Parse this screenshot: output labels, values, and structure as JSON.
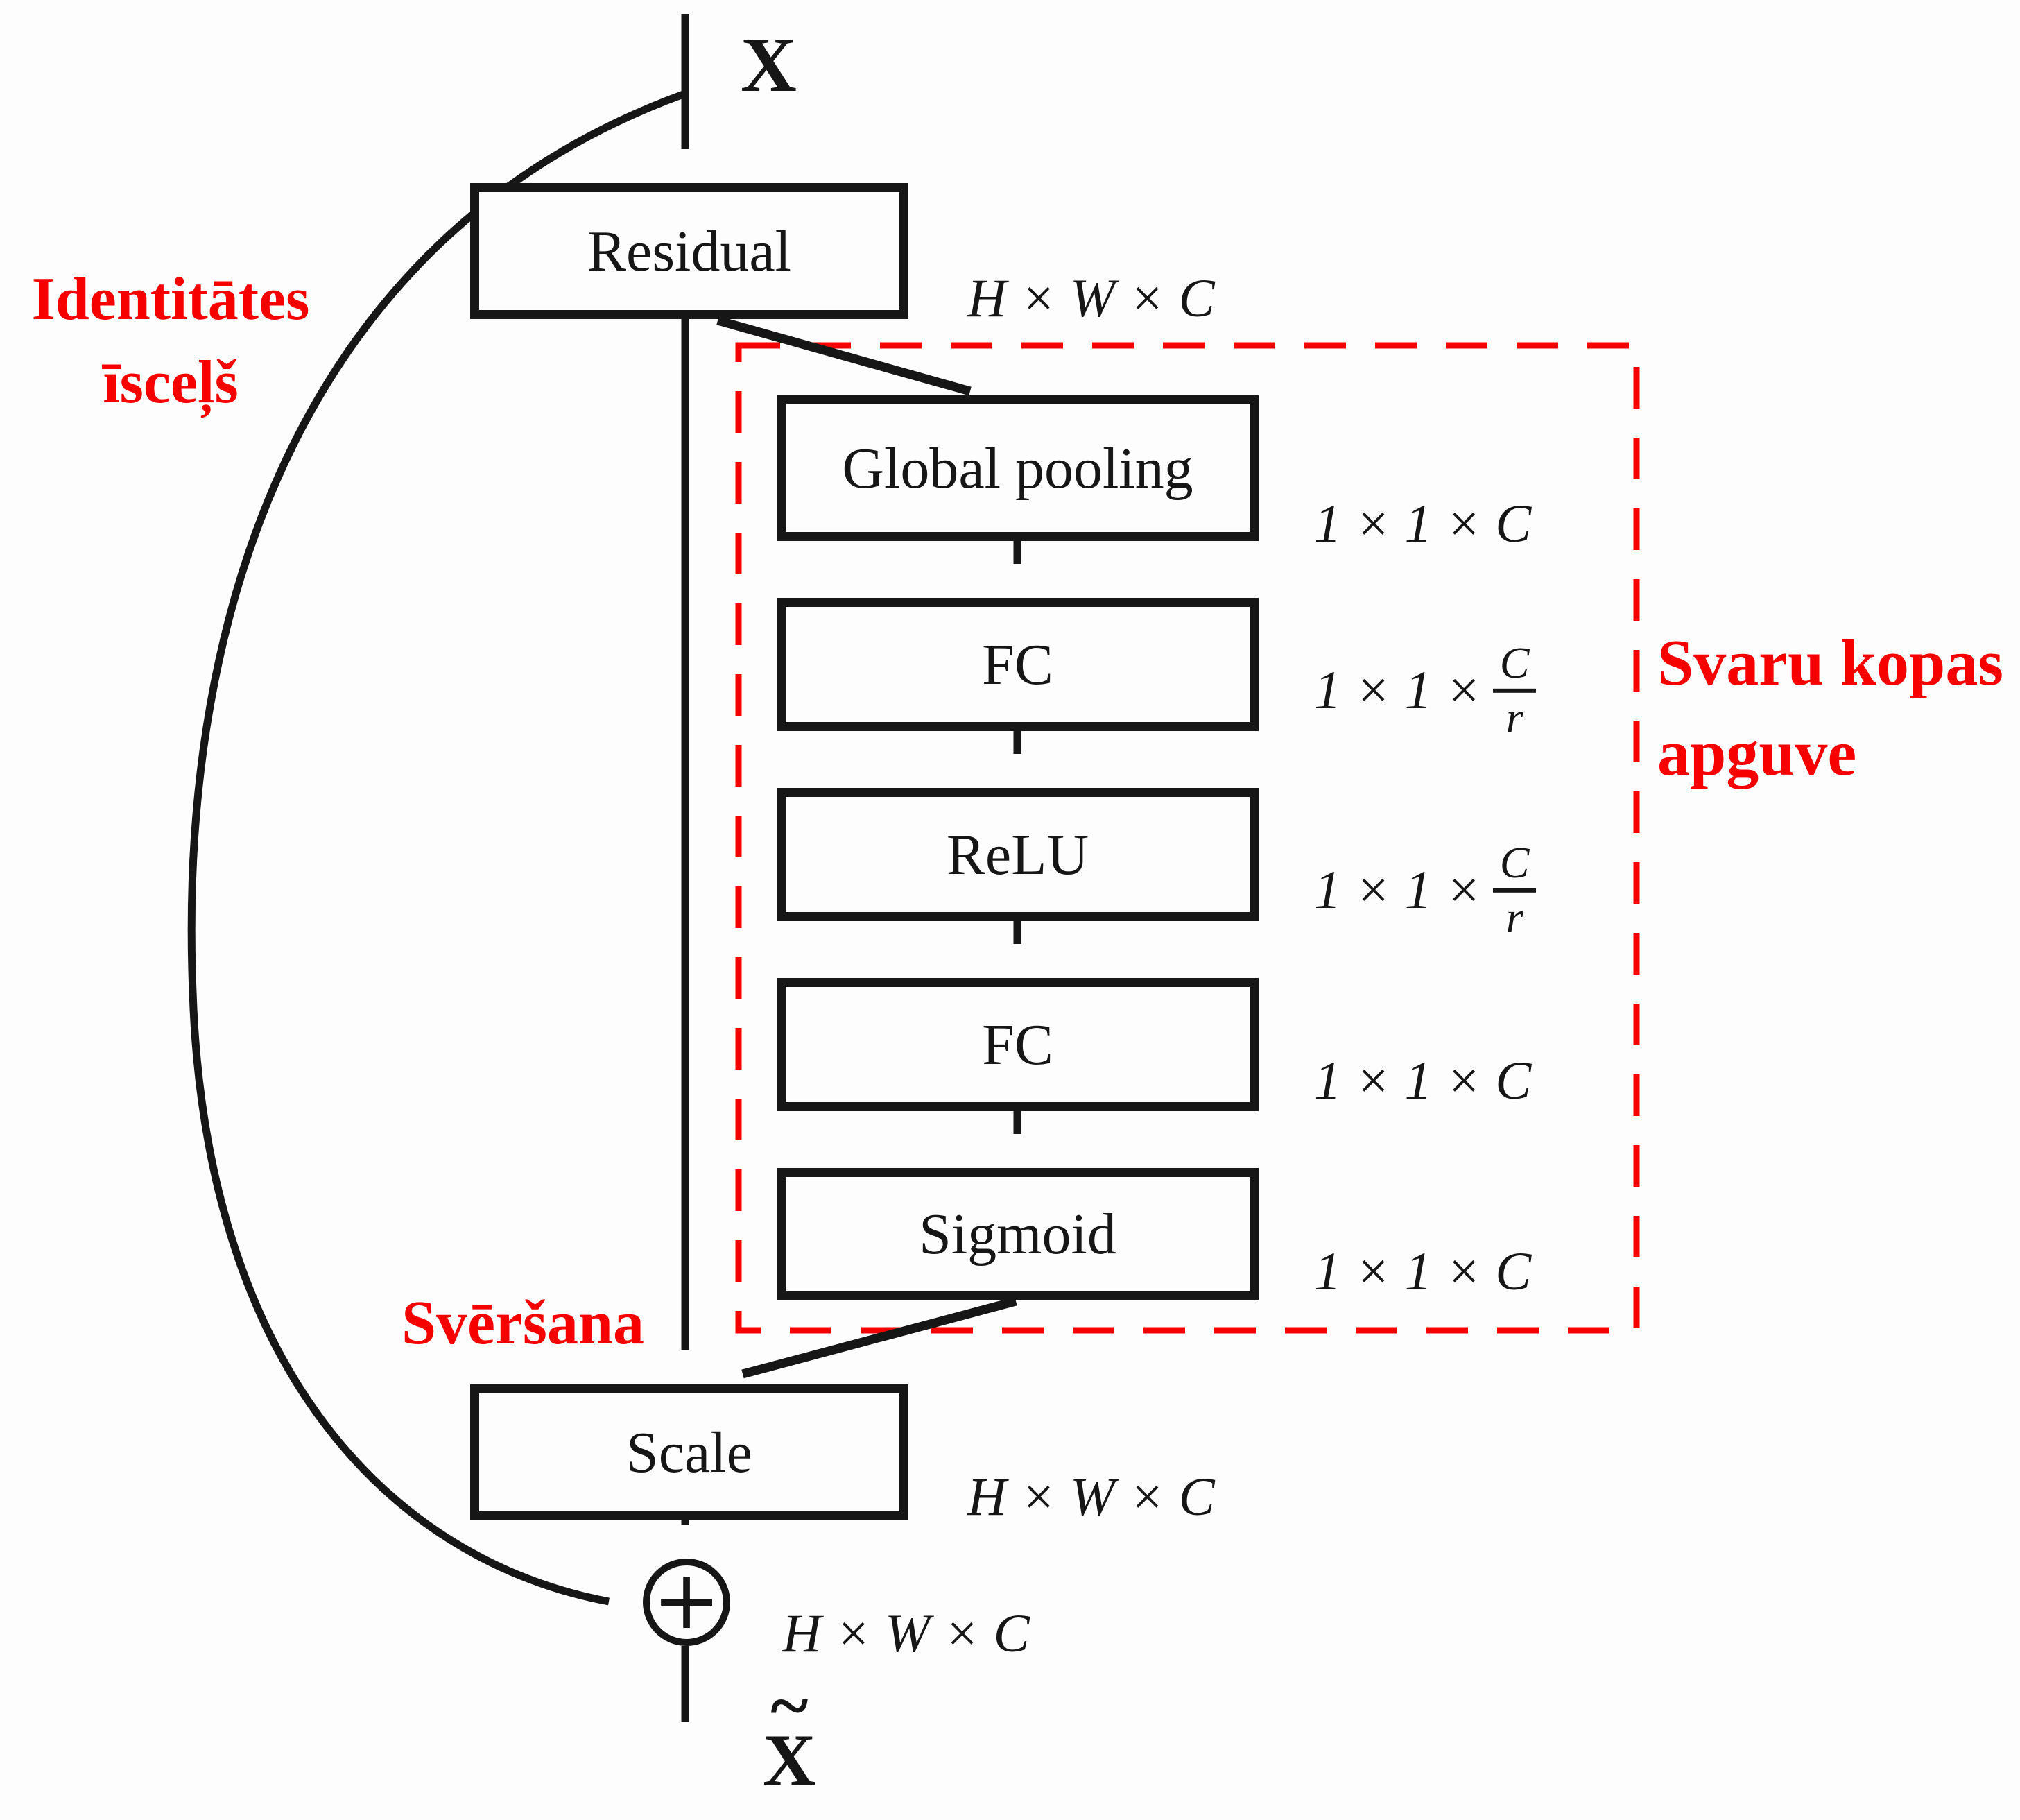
{
  "colors": {
    "ink": "#161616",
    "red": "#f70000",
    "bg": "#fdfdfd",
    "box_fill": "#fdfdfd"
  },
  "io": {
    "input": "X",
    "output_base": "X",
    "output_tilde": "~",
    "sum_operator": "+"
  },
  "blocks": {
    "residual": "Residual",
    "global_pooling": "Global pooling",
    "fc1": "FC",
    "relu": "ReLU",
    "fc2": "FC",
    "sigmoid": "Sigmoid",
    "scale": "Scale"
  },
  "dims": {
    "residual_out": "H × W × C",
    "global_pooling_out": "1 × 1 × C",
    "fc1_out_prefix": "1 × 1 ×",
    "fc1_out_numerator": "C",
    "fc1_out_denominator": "r",
    "relu_out_prefix": "1 × 1 ×",
    "relu_out_numerator": "C",
    "relu_out_denominator": "r",
    "fc2_out": "1 × 1 × C",
    "sigmoid_out": "1 × 1 × C",
    "scale_out": "H × W × C",
    "sum_out": "H × W × C"
  },
  "annotations": {
    "identity_shortcut_line1": "Identitātes",
    "identity_shortcut_line2": "īsceļš",
    "weighting": "Svēršana",
    "weight_learning_line1": "Svaru kopas",
    "weight_learning_line2": "apguve"
  }
}
